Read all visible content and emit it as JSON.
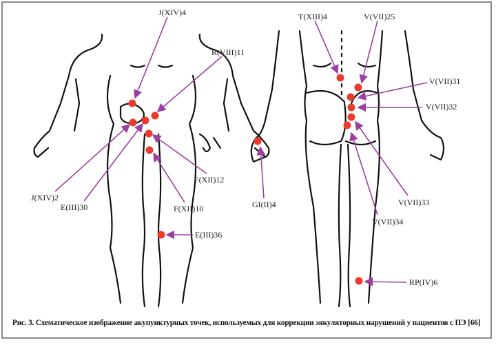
{
  "figure": {
    "caption": "Рис. 3. Схематическое изображение акупунктурных точек, используемых для коррекции эякуляторных нарушений у пациентов с ПЭ [66]",
    "front_view": {
      "labels": [
        "J(XIV)4",
        "R(VIII)11",
        "J(XIV)2",
        "E(III)30",
        "F(XII)12",
        "F(XII)10",
        "E(III)36"
      ]
    },
    "back_view": {
      "labels": [
        "T(XIII)4",
        "V(VII)25",
        "V(VII)31",
        "V(VII)32",
        "V(VII)33",
        "V(VII)34",
        "GI(II)4",
        "RP(IV)6"
      ]
    },
    "colors": {
      "point": "#ea3b2e",
      "arrow": "#9b3fa0",
      "outline": "#111111"
    }
  }
}
